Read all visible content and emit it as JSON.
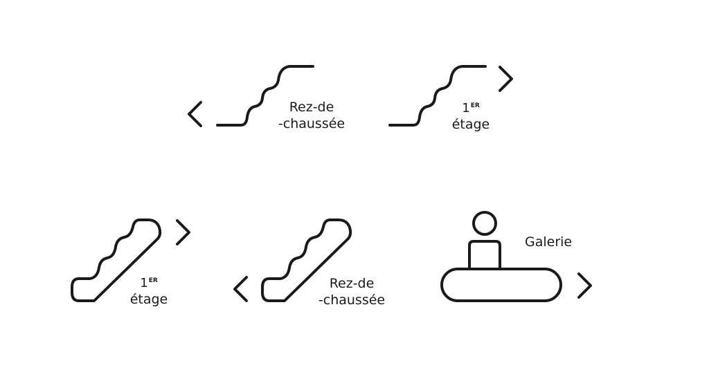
{
  "signs": {
    "stairs_ground": {
      "label_line1": "Rez-de",
      "label_line2": "-chaussée",
      "arrow_icon": "chevron-left-icon",
      "pictogram_icon": "stairs-icon"
    },
    "stairs_first": {
      "ordinal_number": "1",
      "ordinal_suffix": "ER",
      "label_line2": "étage",
      "arrow_icon": "chevron-right-icon",
      "pictogram_icon": "stairs-icon"
    },
    "escalator_first": {
      "ordinal_number": "1",
      "ordinal_suffix": "ER",
      "label_line2": "étage",
      "arrow_icon": "chevron-right-icon",
      "pictogram_icon": "escalator-icon"
    },
    "escalator_ground": {
      "label_line1": "Rez-de",
      "label_line2": "-chaussée",
      "arrow_icon": "chevron-left-icon",
      "pictogram_icon": "escalator-icon"
    },
    "walkway_gallery": {
      "label": "Galerie",
      "arrow_icon": "chevron-right-icon",
      "pictogram_icon": "moving-walkway-icon"
    }
  },
  "colors": {
    "stroke": "#1a1a1a",
    "background": "#ffffff"
  }
}
